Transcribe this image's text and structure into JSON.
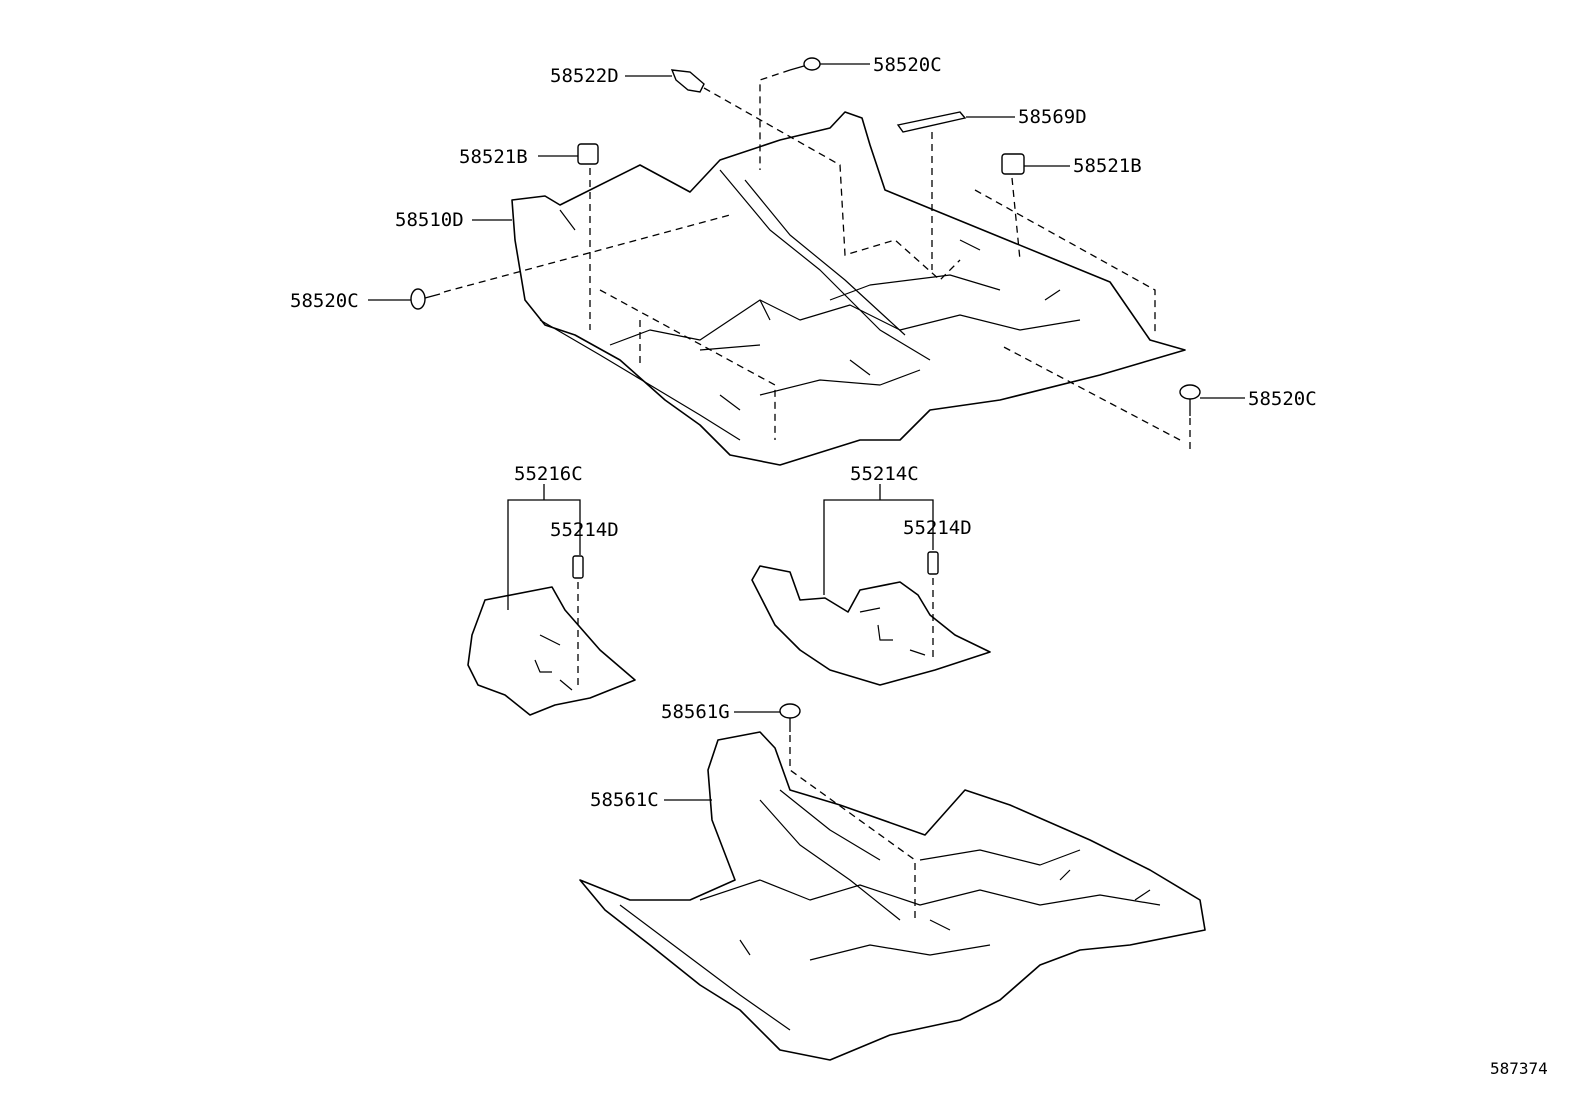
{
  "diagram": {
    "reference_number": "587374",
    "colors": {
      "line": "#000000",
      "background": "#ffffff"
    },
    "parts": [
      {
        "id": "p1",
        "label": "58522D"
      },
      {
        "id": "p2",
        "label": "58520C"
      },
      {
        "id": "p3",
        "label": "58569D"
      },
      {
        "id": "p4",
        "label": "58521B"
      },
      {
        "id": "p5",
        "label": "58521B"
      },
      {
        "id": "p6",
        "label": "58510D"
      },
      {
        "id": "p7",
        "label": "58520C"
      },
      {
        "id": "p8",
        "label": "58520C"
      },
      {
        "id": "p9",
        "label": "55216C"
      },
      {
        "id": "p10",
        "label": "55214D"
      },
      {
        "id": "p11",
        "label": "55214C"
      },
      {
        "id": "p12",
        "label": "55214D"
      },
      {
        "id": "p13",
        "label": "58561G"
      },
      {
        "id": "p14",
        "label": "58561C"
      }
    ]
  }
}
